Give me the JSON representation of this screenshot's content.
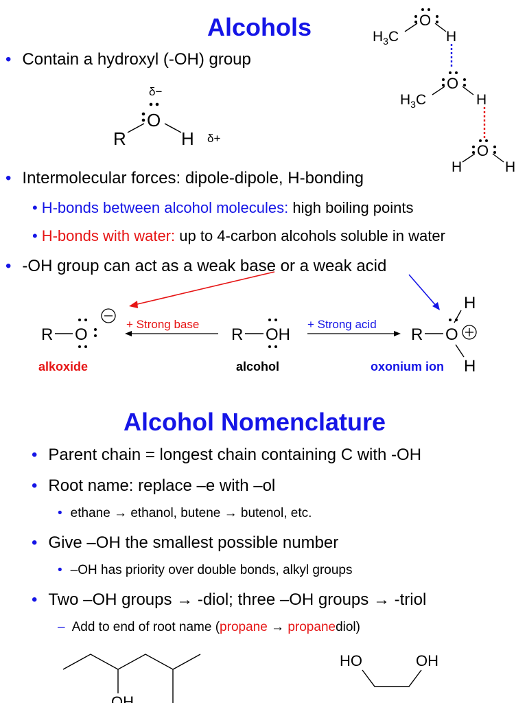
{
  "section1": {
    "title": "Alcohols",
    "bullets": [
      "Contain a hydroxyl (-OH) group",
      "Intermolecular forces:  dipole-dipole, H-bonding",
      "-OH group can act as a weak base or a weak acid"
    ],
    "sub_bullets": [
      {
        "highlight": "H-bonds between alcohol molecules:",
        "rest": "high boiling points",
        "color": "#1515e6"
      },
      {
        "highlight": "H-bonds with water:",
        "rest": "up to 4-carbon alcohols soluble in water",
        "color": "#e61515"
      }
    ]
  },
  "hydroxyl_structure": {
    "r": "R",
    "o": "O",
    "h": "H",
    "delta_minus": "δ−",
    "delta_plus": "δ+"
  },
  "hbond_chain": {
    "top_methyl": "H3C",
    "top_o": "O",
    "top_h": "H",
    "mid_methyl": "H3C",
    "mid_o": "O",
    "mid_h": "H",
    "water_h_left": "H",
    "water_o": "O",
    "water_h_right": "H"
  },
  "acid_base": {
    "left": {
      "r": "R",
      "o": "O",
      "charge": "−",
      "label": "alkoxide"
    },
    "center": {
      "r": "R",
      "oh": "OH",
      "label": "alcohol"
    },
    "right": {
      "r": "R",
      "o": "O",
      "h_top": "H",
      "h_bottom": "H",
      "charge": "+",
      "label": "oxonium ion"
    },
    "base_arrow_label": "+ Strong base",
    "acid_arrow_label": "+ Strong acid"
  },
  "section2": {
    "title": "Alcohol Nomenclature",
    "items": [
      {
        "level": "bullet",
        "text": "Parent chain = longest chain containing C with -OH"
      },
      {
        "level": "bullet",
        "text": "Root name:  replace –e with –ol"
      },
      {
        "level": "small",
        "text": "ethane → ethanol, butene → butenol, etc."
      },
      {
        "level": "bullet",
        "text": "Give –OH the smallest possible number"
      },
      {
        "level": "small",
        "text": "–OH has priority over double bonds, alkyl groups"
      },
      {
        "level": "bullet",
        "text": "Two –OH groups → -diol; three –OH groups → -triol"
      }
    ],
    "dash_item": {
      "prefix": "Add to end of root name (",
      "red1": "propane",
      "arrow": " → ",
      "red2": "propane",
      "suffix": "diol)"
    }
  },
  "bottom_structures": {
    "branched_oh": "OH",
    "diol_left": "HO",
    "diol_right": "OH"
  },
  "colors": {
    "blue": "#1515e6",
    "red": "#e61515"
  }
}
